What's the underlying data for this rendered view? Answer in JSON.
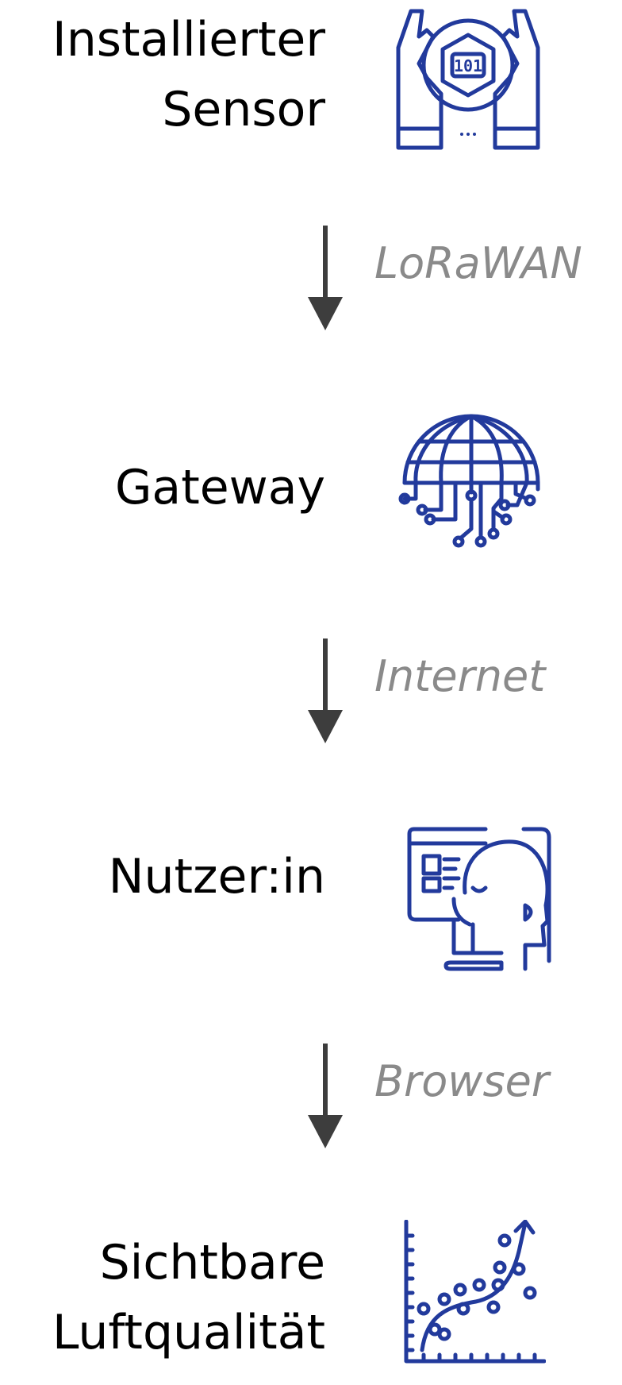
{
  "colors": {
    "icon": "#223a9c",
    "label": "#000000",
    "arrow": "#3d3d3d",
    "transport": "#8a8a8a"
  },
  "steps": [
    {
      "lines": [
        "Installierter",
        "Sensor"
      ],
      "icon": "hands-holding-chip-icon"
    },
    {
      "lines": [
        "Gateway"
      ],
      "icon": "globe-circuit-icon"
    },
    {
      "lines": [
        "Nutzer:in"
      ],
      "icon": "person-at-computer-icon"
    },
    {
      "lines": [
        "Sichtbare",
        "Luftqualität"
      ],
      "icon": "scatter-plot-icon"
    }
  ],
  "connections": [
    {
      "label": "LoRaWAN",
      "icon": "arrow-down-icon"
    },
    {
      "label": "Internet",
      "icon": "arrow-down-icon"
    },
    {
      "label": "Browser",
      "icon": "arrow-down-icon"
    }
  ]
}
